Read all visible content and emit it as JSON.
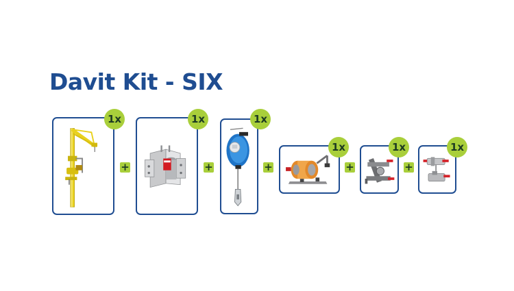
{
  "title": "Davit Kit - SIX",
  "colors": {
    "brand_blue": "#1f4d91",
    "badge_green": "#a9cf3b",
    "badge_text": "#1d3a22"
  },
  "plus_symbol": "+",
  "components": [
    {
      "id": "davit-arm",
      "icon": "davit-arm-icon",
      "quantity": "1x"
    },
    {
      "id": "mounting-base",
      "icon": "mounting-base-icon",
      "quantity": "1x"
    },
    {
      "id": "fall-arrest-block",
      "icon": "fall-arrest-block-icon",
      "quantity": "1x"
    },
    {
      "id": "winch",
      "icon": "winch-icon",
      "quantity": "1x"
    },
    {
      "id": "winch-bracket",
      "icon": "winch-bracket-icon",
      "quantity": "1x"
    },
    {
      "id": "block-bracket",
      "icon": "block-bracket-icon",
      "quantity": "1x"
    }
  ]
}
